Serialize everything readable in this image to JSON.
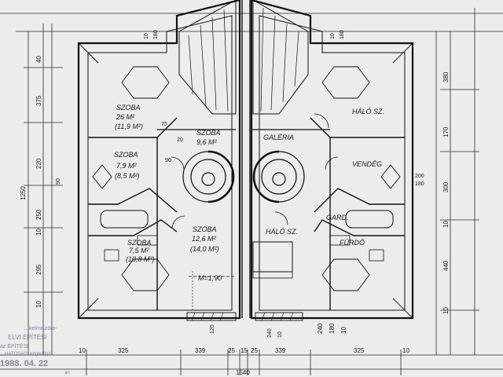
{
  "plan": {
    "rooms_left": [
      {
        "name": "SZOBA",
        "area": "26 M²",
        "alt": "(11,9 M²)"
      },
      {
        "name": "SZOBA",
        "area": "7,9 M²",
        "alt": "(8,5 M²)"
      },
      {
        "name": "SZOBA",
        "area": "7,5 M²",
        "alt": "(10,8 M²)"
      },
      {
        "name": "SZOBA",
        "area": "12,6 M²",
        "alt": "(14,0 M²)"
      },
      {
        "name": "SZOBA",
        "area": "9,6 M²"
      }
    ],
    "rooms_right": [
      {
        "name": "GALÉRIA"
      },
      {
        "name": "HÁLÓ SZ."
      },
      {
        "name": "HÁLÓ SZ."
      },
      {
        "name": "VENDÉG"
      },
      {
        "name": "GARD."
      },
      {
        "name": "FÜRDŐ"
      }
    ],
    "height_note": "M=1,90",
    "dims_bottom": [
      "10",
      "325",
      "339",
      "25",
      "15",
      "25",
      "339",
      "325",
      "10",
      "240",
      "180",
      "10"
    ],
    "dims_total": "1540",
    "dims_left": [
      "40",
      "375",
      "220",
      "90",
      "250",
      "10",
      "295",
      "10",
      "1250"
    ],
    "dims_right": [
      "380",
      "170",
      "300",
      "10",
      "440",
      "10"
    ],
    "dims_top": [
      "10",
      "180",
      "10",
      "180"
    ],
    "dims_mid": [
      "75",
      "90",
      "20",
      "200",
      "240",
      "10",
      "120",
      "180"
    ],
    "stamp": {
      "line1": "…kelmiszőro-",
      "line2": "ELVI ÉPÍTÉSI",
      "line3": "az ÉPÍTÉSI",
      "line4": "…HATÓSÁGI engedélyt",
      "date": "1988. 04. 22",
      "suffix": "an"
    }
  }
}
